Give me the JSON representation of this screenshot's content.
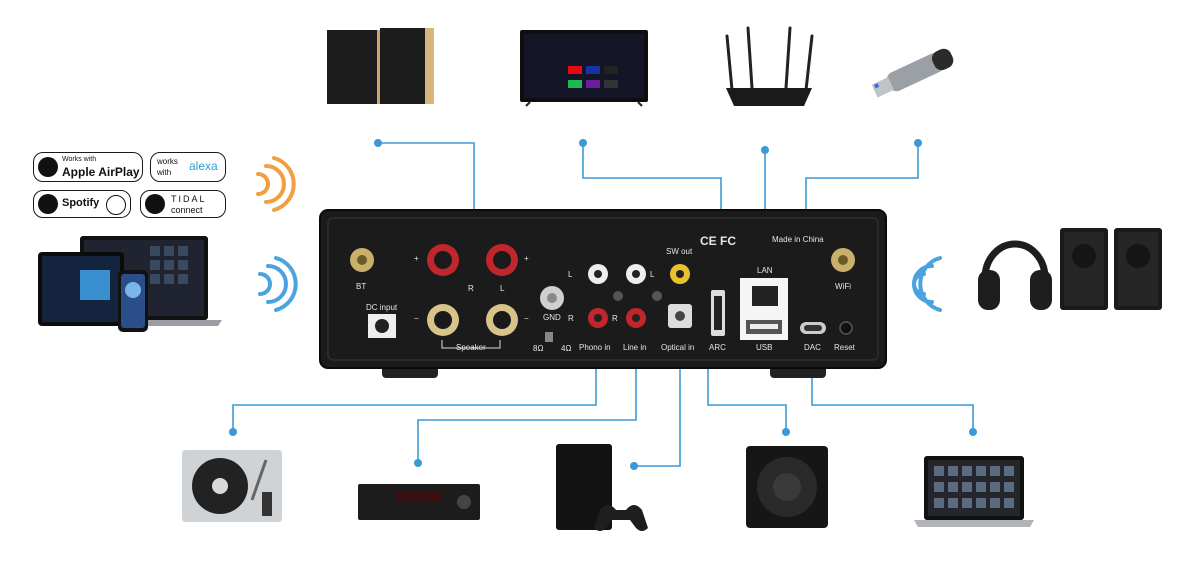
{
  "badges": {
    "airplay_small": "Works with",
    "airplay_big": "Apple AirPlay",
    "alexa_works": "works",
    "alexa_with": "with",
    "alexa_brand": "alexa",
    "spotify": "Spotify",
    "tidal_top": "TIDAL",
    "tidal_bottom": "connect"
  },
  "panel": {
    "marks": "Made in China",
    "ce_fc": "CE FC",
    "bt": "BT",
    "wifi": "WiFi",
    "dc_input": "DC input",
    "speaker": "Speaker",
    "r": "R",
    "l": "L",
    "plus": "+",
    "minus": "−",
    "gnd": "GND",
    "ohm8": "8Ω",
    "ohm4": "4Ω",
    "phono_in": "Phono in",
    "line_in": "Line in",
    "optical_in": "Optical in",
    "sw_out": "SW out",
    "arc": "ARC",
    "lan": "LAN",
    "usb": "USB",
    "dac": "DAC",
    "reset": "Reset"
  },
  "colors": {
    "cable": "#3b9ad6",
    "panel": "#1b1b1b",
    "signal": "#f0a040",
    "wireless": "#4aa3e0",
    "rca_red": "#c0262c",
    "gold": "#d8c38a"
  }
}
